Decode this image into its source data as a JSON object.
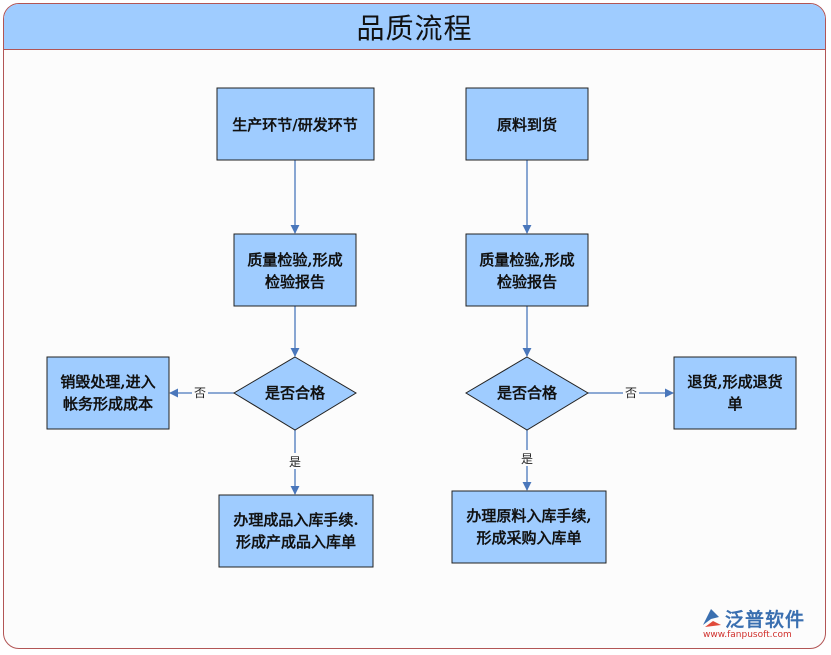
{
  "title": "品质流程",
  "nodes": {
    "production": [
      "生产环节/研发环节"
    ],
    "raw_arrival": [
      "原料到货"
    ],
    "qc_left": [
      "质量检验,形成",
      "检验报告"
    ],
    "qc_right": [
      "质量检验,形成",
      "检验报告"
    ],
    "decision_left": [
      "是否合格"
    ],
    "decision_right": [
      "是否合格"
    ],
    "destroy": [
      "销毁处理,进入",
      "帐务形成成本"
    ],
    "return_goods": [
      "退货,形成退货",
      "单"
    ],
    "store_product": [
      "办理成品入库手续.",
      "形成产成品入库单"
    ],
    "store_raw": [
      "办理原料入库手续,",
      "形成采购入库单"
    ]
  },
  "edge_labels": {
    "no": "否",
    "yes": "是"
  },
  "logo": {
    "name": "泛普软件",
    "url": "www.fanpusoft.com"
  },
  "colors": {
    "node_fill": "#9fccff",
    "node_stroke": "#222222",
    "edge": "#4a77bb",
    "frame": "#b25555"
  }
}
